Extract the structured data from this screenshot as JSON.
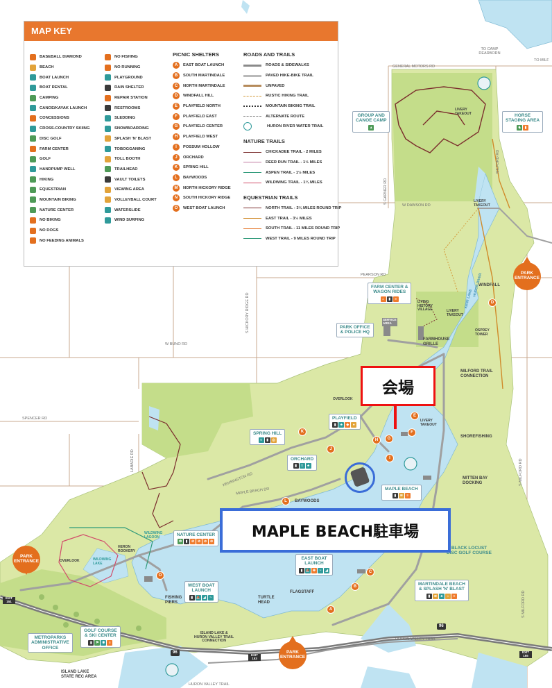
{
  "map_key": {
    "title": "MAP KEY",
    "amenities_col1": [
      {
        "label": "BASEBALL DIAMOND",
        "color": "#e36f1e"
      },
      {
        "label": "BEACH",
        "color": "#e2a33a"
      },
      {
        "label": "BOAT LAUNCH",
        "color": "#2f9a9a"
      },
      {
        "label": "BOAT RENTAL",
        "color": "#2f9a9a"
      },
      {
        "label": "CAMPING",
        "color": "#4e9a57"
      },
      {
        "label": "CANOE/KAYAK LAUNCH",
        "color": "#2f9a9a"
      },
      {
        "label": "CONCESSIONS",
        "color": "#e36f1e"
      },
      {
        "label": "CROSS-COUNTRY SKIING",
        "color": "#2f9a9a"
      },
      {
        "label": "DISC GOLF",
        "color": "#4e9a57"
      },
      {
        "label": "FARM CENTER",
        "color": "#e36f1e"
      },
      {
        "label": "GOLF",
        "color": "#4e9a57"
      },
      {
        "label": "HANDPUMP WELL",
        "color": "#2f9a9a"
      },
      {
        "label": "HIKING",
        "color": "#4e9a57"
      },
      {
        "label": "EQUESTRIAN",
        "color": "#4e9a57"
      },
      {
        "label": "MOUNTAIN BIKING",
        "color": "#4e9a57"
      },
      {
        "label": "NATURE CENTER",
        "color": "#4e9a57"
      },
      {
        "label": "NO BIKING",
        "color": "#e36f1e"
      },
      {
        "label": "NO DOGS",
        "color": "#e36f1e"
      },
      {
        "label": "NO FEEDING ANIMALS",
        "color": "#e36f1e"
      }
    ],
    "amenities_col2": [
      {
        "label": "NO FISHING",
        "color": "#e36f1e"
      },
      {
        "label": "NO RUNNING",
        "color": "#e36f1e"
      },
      {
        "label": "PLAYGROUND",
        "color": "#2f9a9a"
      },
      {
        "label": "RAIN SHELTER",
        "color": "#3a3a3a"
      },
      {
        "label": "REPAIR STATION",
        "color": "#e36f1e"
      },
      {
        "label": "RESTROOMS",
        "color": "#3a3a3a"
      },
      {
        "label": "SLEDDING",
        "color": "#2f9a9a"
      },
      {
        "label": "SNOWBOARDING",
        "color": "#2f9a9a"
      },
      {
        "label": "SPLASH 'N' BLAST",
        "color": "#e2a33a"
      },
      {
        "label": "TOBOGGANING",
        "color": "#2f9a9a"
      },
      {
        "label": "TOLL BOOTH",
        "color": "#e2a33a"
      },
      {
        "label": "TRAILHEAD",
        "color": "#4e9a57"
      },
      {
        "label": "VAULT TOILETS",
        "color": "#3a3a3a"
      },
      {
        "label": "VIEWING AREA",
        "color": "#e2a33a"
      },
      {
        "label": "VOLLEYBALL COURT",
        "color": "#e2a33a"
      },
      {
        "label": "WATERSLIDE",
        "color": "#2f9a9a"
      },
      {
        "label": "WIND SURFING",
        "color": "#2f9a9a"
      }
    ],
    "shelters_title": "PICNIC SHELTERS",
    "shelters": [
      {
        "letter": "A",
        "label": "EAST BOAT LAUNCH"
      },
      {
        "letter": "B",
        "label": "SOUTH MARTINDALE"
      },
      {
        "letter": "C",
        "label": "NORTH MARTINDALE"
      },
      {
        "letter": "D",
        "label": "WINDFALL HILL"
      },
      {
        "letter": "E",
        "label": "PLAYFIELD NORTH"
      },
      {
        "letter": "F",
        "label": "PLAYFIELD EAST"
      },
      {
        "letter": "G",
        "label": "PLAYFIELD CENTER"
      },
      {
        "letter": "H",
        "label": "PLAYFIELD WEST"
      },
      {
        "letter": "I",
        "label": "POSSUM HOLLOW"
      },
      {
        "letter": "J",
        "label": "ORCHARD"
      },
      {
        "letter": "K",
        "label": "SPRING HILL"
      },
      {
        "letter": "L",
        "label": "BAYWOODS"
      },
      {
        "letter": "M",
        "label": "NORTH HICKORY RIDGE"
      },
      {
        "letter": "N",
        "label": "SOUTH HICKORY RIDGE"
      },
      {
        "letter": "O",
        "label": "WEST BOAT LAUNCH"
      }
    ],
    "roads_title": "ROADS AND TRAILS",
    "roads": [
      {
        "label": "ROADS & SIDEWALKS",
        "color": "#8a8a8a",
        "style": "solid",
        "w": 3
      },
      {
        "label": "PAVED HIKE-BIKE TRAIL",
        "color": "#b9b9b9",
        "style": "solid",
        "w": 3
      },
      {
        "label": "UNPAVED",
        "color": "#b58a5a",
        "style": "solid",
        "w": 3
      },
      {
        "label": "RUSTIC HIKING TRAIL",
        "color": "#d39a3a",
        "style": "dashed",
        "w": 1
      },
      {
        "label": "MOUNTAIN BIKING TRAIL",
        "color": "#333333",
        "style": "dotted",
        "w": 2
      },
      {
        "label": "ALTERNATE ROUTE",
        "color": "#8a8a8a",
        "style": "dashed",
        "w": 1
      },
      {
        "label": "HURON RIVER WATER TRAIL",
        "color": "#2f9a9a",
        "style": "icon",
        "w": 1
      }
    ],
    "nature_title": "NATURE TRAILS",
    "nature": [
      {
        "label": "CHICKADEE TRAIL - 2 MILES",
        "color": "#7b2d2d"
      },
      {
        "label": "DEER RUN TRAIL - 1½ MILES",
        "color": "#c07aa0"
      },
      {
        "label": "ASPEN TRAIL - 1½ MILES",
        "color": "#2f9a7a"
      },
      {
        "label": "WILDWING TRAIL - 1¼ MILES",
        "color": "#d14b6a"
      }
    ],
    "equestrian_title": "EQUESTRIAN TRAILS",
    "equestrian": [
      {
        "label": "NORTH TRAIL - 3¼ MILES ROUND TRIP",
        "color": "#7b2d2d"
      },
      {
        "label": "EAST TRAIL - 3½ MILES",
        "color": "#d08a2a"
      },
      {
        "label": "SOUTH TRAIL - 11 MILES ROUND TRIP",
        "color": "#e36f1e"
      },
      {
        "label": "WEST TRAIL - 9 MILES ROUND TRIP",
        "color": "#2f9a7a"
      }
    ]
  },
  "roads": {
    "general_motors": "GENERAL MOTORS RD",
    "to_camp_dearborn": "TO CAMP DEARBORN",
    "to_milford": "TO MILF",
    "w_dawson": "W DAWSON RD",
    "pearson": "PEARSON RD",
    "w_buno": "W BUNO RD",
    "spencer": "SPENCER RD",
    "s_garner": "S GARNER RD",
    "s_hickory_ridge": "S HICKORY RIDGE RD",
    "milford": "MILFORD RD",
    "s_milford": "S MILFORD RD",
    "labadie": "LABADIE RD",
    "huron_valley_trail": "HURON VALLEY TRAIL",
    "huron_valley_trail_2": "HURON VALLEY TRAIL",
    "kensington": "KENSINGTON RD",
    "maple_beach_dr": "MAPLE BEACH DR",
    "highway_96": "96",
    "exit_151": "EXIT 151",
    "exit_153": "EXIT 153",
    "exit_155": "EXIT 155"
  },
  "places": {
    "group_canoe": "GROUP AND\nCANOE CAMP",
    "horse_staging": "HORSE\nSTAGING AREA",
    "livery_takeout_1": "LIVERY\nTAKEOUT",
    "livery_takeout_2": "LIVERY\nTAKEOUT",
    "livery_takeout_3": "LIVERY\nTAKEOUT",
    "livery_takeout_4": "LIVERY\nTAKEOUT",
    "farm_center": "FARM CENTER &\nWAGON RIDES",
    "service_area": "SERVICE\nAREA",
    "living_history": "LIVING\nHISTORY\nVILLAGE",
    "windfall": "WINDFALL",
    "osprey_tower": "OSPREY\nTOWER",
    "farmhouse_grille": "FARMHOUSE\nGRILLE",
    "park_office": "PARK OFFICE\n& POLICE HQ",
    "milford_trail_connection": "MILFORD TRAIL\nCONNECTION",
    "overlook_1": "OVERLOOK",
    "overlook_2": "OVERLOOK",
    "playfield": "PLAYFIELD",
    "spring_hill": "SPRING HILL",
    "shorefishing": "SHOREFISHING",
    "orchard": "ORCHARD",
    "maple_beach": "MAPLE BEACH",
    "mitten_bay": "MITTEN BAY\nDOCKING",
    "baywoods": "BAYWOODS",
    "nature_center": "NATURE CENTER",
    "wildwing_lagoon": "WILDWING\nLAGOON",
    "wildwing_lake": "WILDWING\nLAKE",
    "heron_rookery": "HERON\nROOKERY",
    "black_locust": "BLACK LOCUST\nDISC GOLF COURSE",
    "east_boat_launch": "EAST BOAT\nLAUNCH",
    "west_boat_launch": "WEST BOAT\nLAUNCH",
    "martindale": "MARTINDALE BEACH\n& SPLASH 'N' BLAST",
    "fishing_piers": "FISHING\nPIERS",
    "turtle_head": "TURTLE\nHEAD",
    "flagstaff": "FLAGSTAFF",
    "golf_course": "GOLF COURSE\n& SKI CENTER",
    "metroparks_office": "METROPARKS\nADMINISTRATIVE\nOFFICE",
    "island_lake_connection": "ISLAND LAKE &\nHURON VALLEY TRAIL\nCONNECTION",
    "island_lake_state": "ISLAND LAKE\nSTATE REC AREA",
    "park_entrance_ne": "PARK\nENTRANCE",
    "park_entrance_w": "PARK\nENTRANCE",
    "park_entrance_s": "PARK\nENTRANCE",
    "kent_lake": "KENT LAKE",
    "huron_river": "HURON RIVER"
  },
  "annotations": {
    "venue_label": "会場",
    "parking_label": "MAPLE BEACH駐車場",
    "venue_color": "#ee1111",
    "parking_color": "#3a6dd8"
  },
  "colors": {
    "park_green": "#dbe8a6",
    "field_green": "#c4dd8a",
    "water": "#bfe3f2",
    "road": "#c9a98f",
    "accent_orange": "#e36f1e"
  }
}
